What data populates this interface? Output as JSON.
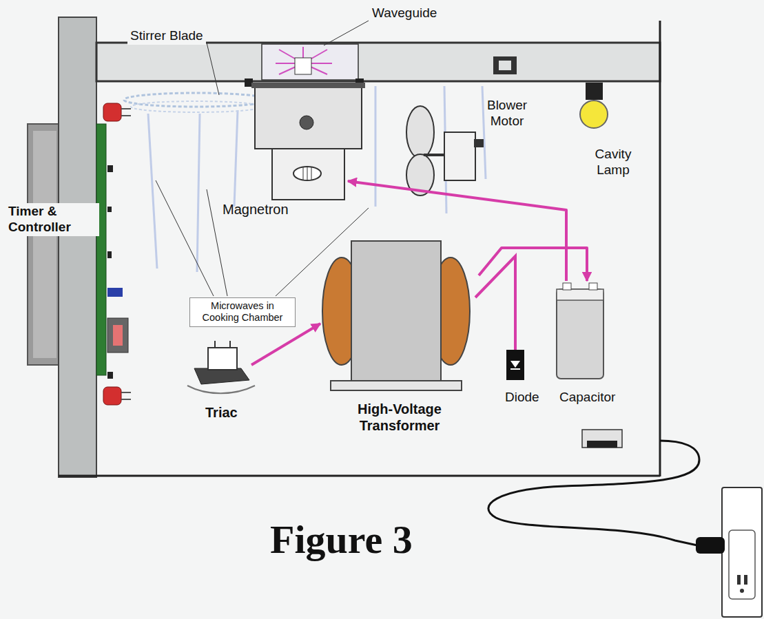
{
  "diagram": {
    "caption": "Figure 3",
    "nodes": [
      {
        "text": [
          "Magnetron"
        ]
      },
      {
        "text": [
          "Microwaves in Cooking Chamber"
        ]
      },
      {
        "text": [
          "Triac"
        ]
      },
      {
        "text": [
          "High-Voltage Transformer"
        ]
      },
      {
        "text": [
          "Capacitor"
        ]
      }
    ],
    "edges": [
      {
        "from": 2,
        "to": 3,
        "arrow": "to"
      },
      {
        "from": 4,
        "to": 0,
        "arrow": "to"
      },
      {
        "from": 3,
        "to": 4,
        "arrow": "to"
      }
    ],
    "labels": [
      "Waveguide",
      "Stirrer Blade",
      "Blower Motor",
      "Cavity Lamp",
      "Timer & Controller",
      "Diode"
    ]
  }
}
